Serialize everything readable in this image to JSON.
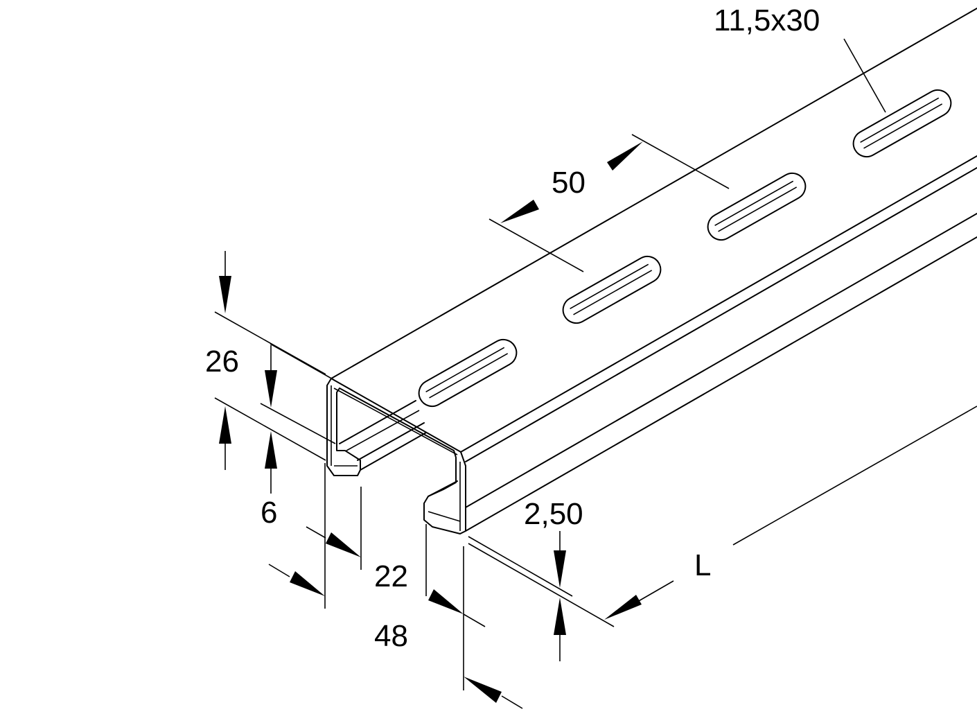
{
  "dimensions": {
    "slot_size": "11,5x30",
    "slot_pitch": "50",
    "height": "26",
    "lip_depth": "6",
    "slot_opening": "22",
    "width": "48",
    "thickness": "2,50",
    "length": "L"
  }
}
